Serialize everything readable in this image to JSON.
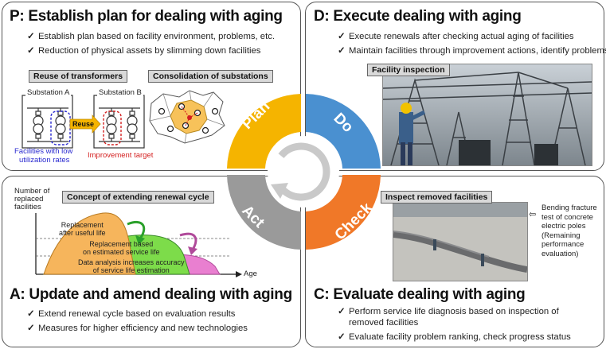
{
  "plan": {
    "title": "P: Establish plan for dealing with aging",
    "bullets": [
      "Establish plan based on facility environment, problems, etc.",
      "Reduction of physical assets by slimming down facilities"
    ],
    "label_reuse": "Reuse of transformers",
    "label_consolidation": "Consolidation of substations",
    "substation_a": "Substation A",
    "substation_b": "Substation B",
    "reuse": "Reuse",
    "low_util_line1": "Facilities with low",
    "low_util_line2": "utilization rates",
    "improvement_target": "Improvement target"
  },
  "do": {
    "title": "D: Execute dealing with aging",
    "bullets": [
      "Execute renewals after checking actual aging of facilities",
      "Maintain facilities through improvement actions, identify problems"
    ],
    "label_inspection": "Facility inspection"
  },
  "act": {
    "title": "A: Update and amend dealing with aging",
    "bullets": [
      "Extend renewal cycle based on evaluation results",
      "Measures for higher efficiency and new technologies"
    ],
    "label_concept": "Concept of extending renewal cycle",
    "ylabel": [
      "Number of",
      "replaced",
      "facilities"
    ],
    "xlabel": "Age",
    "area1": [
      "Replacement",
      "after useful life"
    ],
    "area2": [
      "Replacement based",
      "on estimated service life"
    ],
    "area3": [
      "Data analysis increases accuracy",
      "of service life estimation"
    ]
  },
  "check": {
    "title": "C: Evaluate dealing with aging",
    "bullets": [
      "Perform service life diagnosis based on inspection of",
      "removed facilities",
      "Evaluate facility problem ranking, check progress status"
    ],
    "label_inspect": "Inspect removed facilities",
    "note": [
      "Bending fracture",
      "test of concrete",
      "electric poles",
      "(Remaining",
      "performance",
      "evaluation)"
    ]
  },
  "cycle": {
    "plan": "Plan",
    "do": "Do",
    "check": "Check",
    "act": "Act"
  },
  "colors": {
    "plan": "#f5b400",
    "do": "#4a90d0",
    "check": "#f07828",
    "act": "#9a9a9a"
  }
}
